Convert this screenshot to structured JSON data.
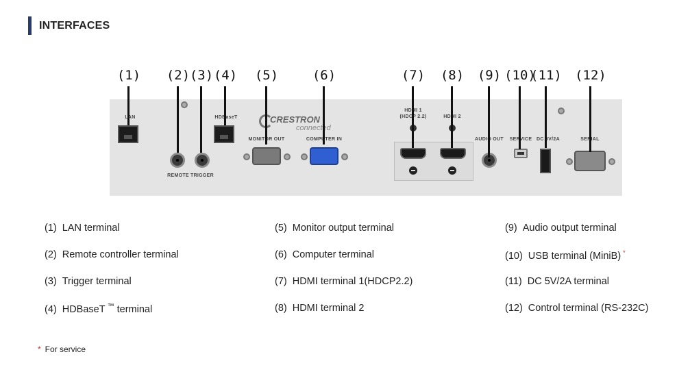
{
  "heading": "INTERFACES",
  "callouts": [
    "(1)",
    "(2)",
    "(3)",
    "(4)",
    "(5)",
    "(6)",
    "(7)",
    "(8)",
    "(9)",
    "(10)",
    "(11)",
    "(12)"
  ],
  "panel_labels": {
    "lan": "LAN",
    "remote": "REMOTE",
    "trigger": "TRIGGER",
    "hdbaset": "HDBaseT",
    "crestron_top": "CRESTRON",
    "crestron_bottom": "connected",
    "monitor_out": "MONITOR OUT",
    "computer_in": "COMPUTER IN",
    "hdmi1": "HDMI 1",
    "hdmi1_sub": "(HDCP 2.2)",
    "hdmi2": "HDMI 2",
    "audio_out": "AUDIO OUT",
    "service": "SERVICE",
    "dc": "DC 5V/2A",
    "serial": "SERIAL"
  },
  "legend": {
    "col1": [
      {
        "num": "(1)",
        "text": "LAN terminal"
      },
      {
        "num": "(2)",
        "text": "Remote controller terminal"
      },
      {
        "num": "(3)",
        "text": "Trigger terminal"
      },
      {
        "num": "(4)",
        "text": "HDBaseT",
        "tm": "™",
        "after": "terminal"
      }
    ],
    "col2": [
      {
        "num": "(5)",
        "text": "Monitor output terminal"
      },
      {
        "num": "(6)",
        "text": "Computer terminal"
      },
      {
        "num": "(7)",
        "text": "HDMI terminal 1(HDCP2.2)"
      },
      {
        "num": "(8)",
        "text": "HDMI terminal 2"
      }
    ],
    "col3": [
      {
        "num": "(9)",
        "text": "Audio output terminal"
      },
      {
        "num": "(10)",
        "text": "USB terminal (MiniB)",
        "mark": "*"
      },
      {
        "num": "(11)",
        "text": "DC 5V/2A terminal"
      },
      {
        "num": "(12)",
        "text": "Control terminal (RS-232C)"
      }
    ]
  },
  "footnote": {
    "mark": "*",
    "text": "For service"
  },
  "colors": {
    "heading_bar": "#2b3a66",
    "panel": "#e4e4e4",
    "vga_blue": "#2f5fd0",
    "asterisk": "#c0392b"
  }
}
